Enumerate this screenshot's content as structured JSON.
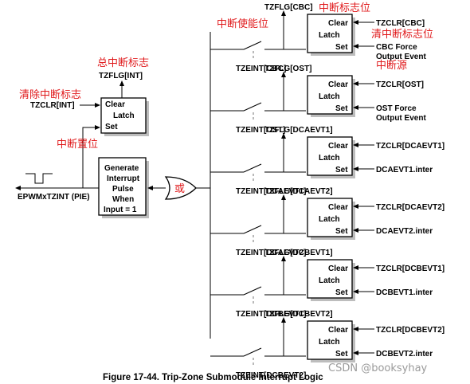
{
  "title_annotation": "中断使能位",
  "caption": "Figure 17-44. Trip-Zone Submodule Interrupt Logic",
  "watermark": "CSDN @booksyhay",
  "annotations": {
    "global_flag": "总中断标志",
    "clear_flag": "清除中断标志",
    "set_flag": "中断置位",
    "or_gate": "或",
    "flag_bit": "中断标志位",
    "clear_flag_bit": "清中断标志位",
    "source": "中断源"
  },
  "main": {
    "flag_label": "TZFLG[INT]",
    "clr_label": "TZCLR[INT]",
    "latch": {
      "clear": "Clear",
      "latch": "Latch",
      "set": "Set"
    },
    "generator": [
      "Generate",
      "Interrupt",
      "Pulse",
      "When",
      "Input = 1"
    ],
    "output_label": "EPWMxTZINT (PIE)"
  },
  "rows": [
    {
      "flag": "TZFLG[CBC]",
      "enable": "TZEINT[CBC]",
      "clr": "TZCLR[CBC]",
      "source": [
        "CBC Force",
        "Output Event"
      ],
      "clear": "Clear",
      "latch": "Latch",
      "set": "Set"
    },
    {
      "flag": "TZFLG[OST]",
      "enable": "TZEINT[OST]",
      "clr": "TZCLR[OST]",
      "source": [
        "OST Force",
        "Output Event"
      ],
      "clear": "Clear",
      "latch": "Latch",
      "set": "Set"
    },
    {
      "flag": "TZFLG[DCAEVT1]",
      "enable": "TZEINT[DCAEVT1]",
      "clr": "TZCLR[DCAEVT1]",
      "source": [
        "DCAEVT1.inter"
      ],
      "clear": "Clear",
      "latch": "Latch",
      "set": "Set"
    },
    {
      "flag": "TZFLG[DCAEVT2]",
      "enable": "TZEINT[DCAEVT2]",
      "clr": "TZCLR[DCAEVT2]",
      "source": [
        "DCAEVT2.inter"
      ],
      "clear": "Clear",
      "latch": "Latch",
      "set": "Set"
    },
    {
      "flag": "TZFLG[DCBEVT1]",
      "enable": "TZEINT[DCBEVT1]",
      "clr": "TZCLR[DCBEVT1]",
      "source": [
        "DCBEVT1.inter"
      ],
      "clear": "Clear",
      "latch": "Latch",
      "set": "Set"
    },
    {
      "flag": "TZFLG[DCBEVT2]",
      "enable": "TZEINT[DCBEVT2]",
      "clr": "TZCLR[DCBEVT2]",
      "source": [
        "DCBEVT2.inter"
      ],
      "clear": "Clear",
      "latch": "Latch",
      "set": "Set"
    }
  ]
}
